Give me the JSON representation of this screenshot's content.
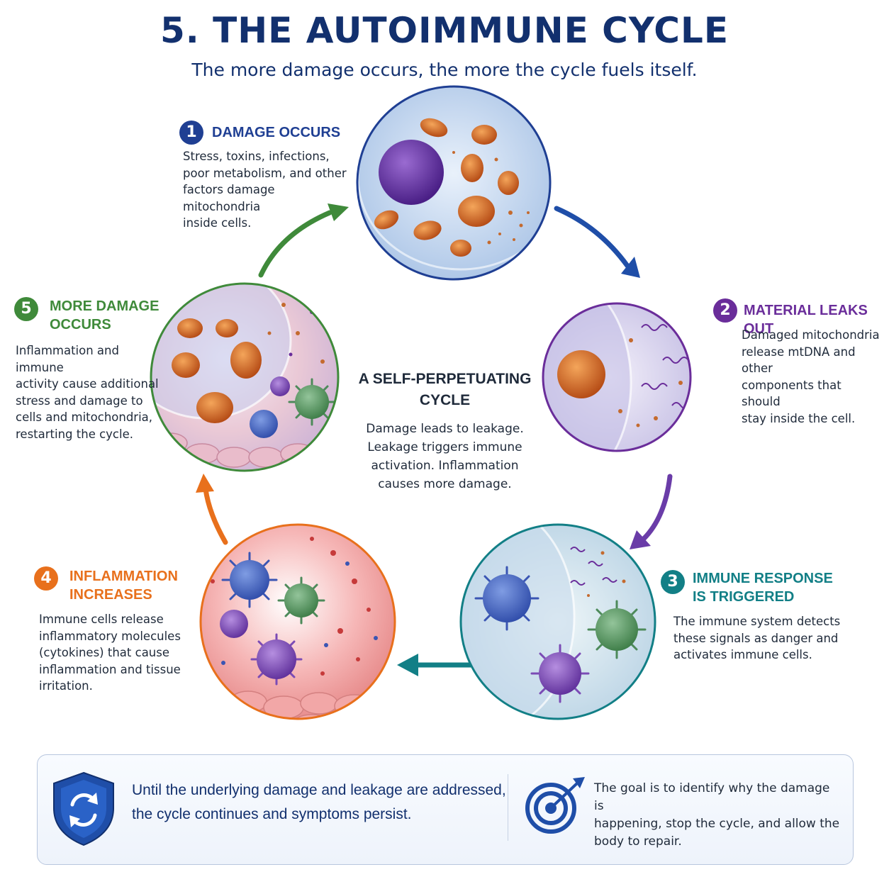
{
  "title": "5. THE AUTOIMMUNE CYCLE",
  "subtitle": "The more damage occurs, the more the cycle fuels itself.",
  "colors": {
    "navy": "#12306e",
    "step1": "#1f3f93",
    "step2": "#6a2d9a",
    "step3": "#127f86",
    "step4": "#e8701c",
    "step5": "#3f8a3a"
  },
  "steps": [
    {
      "number": "1",
      "heading_lines": [
        "DAMAGE OCCURS"
      ],
      "description_lines": [
        "Stress, toxins, infections,",
        "poor metabolism, and other",
        "factors damage mitochondria",
        "inside cells."
      ]
    },
    {
      "number": "2",
      "heading_lines": [
        "MATERIAL LEAKS OUT"
      ],
      "description_lines": [
        "Damaged mitochondria",
        "release mtDNA and other",
        "components that should",
        "stay inside the cell."
      ]
    },
    {
      "number": "3",
      "heading_lines": [
        "IMMUNE RESPONSE",
        "IS TRIGGERED"
      ],
      "description_lines": [
        "The immune system detects",
        "these signals as danger and",
        "activates immune cells."
      ]
    },
    {
      "number": "4",
      "heading_lines": [
        "INFLAMMATION",
        "INCREASES"
      ],
      "description_lines": [
        "Immune cells release",
        "inflammatory molecules",
        "(cytokines) that cause",
        "inflammation and tissue",
        "irritation."
      ]
    },
    {
      "number": "5",
      "heading_lines": [
        "MORE DAMAGE",
        "OCCURS"
      ],
      "description_lines": [
        "Inflammation and immune",
        "activity cause additional",
        "stress and damage to",
        "cells and mitochondria,",
        "restarting the cycle."
      ]
    }
  ],
  "center": {
    "heading_lines": [
      "A SELF-PERPETUATING",
      "CYCLE"
    ],
    "description_lines": [
      "Damage leads to leakage.",
      "Leakage triggers immune",
      "activation. Inflammation",
      "causes more damage."
    ]
  },
  "footer": {
    "left_lines": [
      "Until the underlying damage and leakage are addressed,",
      "the cycle continues and symptoms persist."
    ],
    "right_lines": [
      "The goal is to identify why the damage is",
      "happening, stop the cycle, and allow the",
      "body to repair."
    ],
    "left_icon": "shield-refresh-icon",
    "right_icon": "target-arrow-icon"
  }
}
